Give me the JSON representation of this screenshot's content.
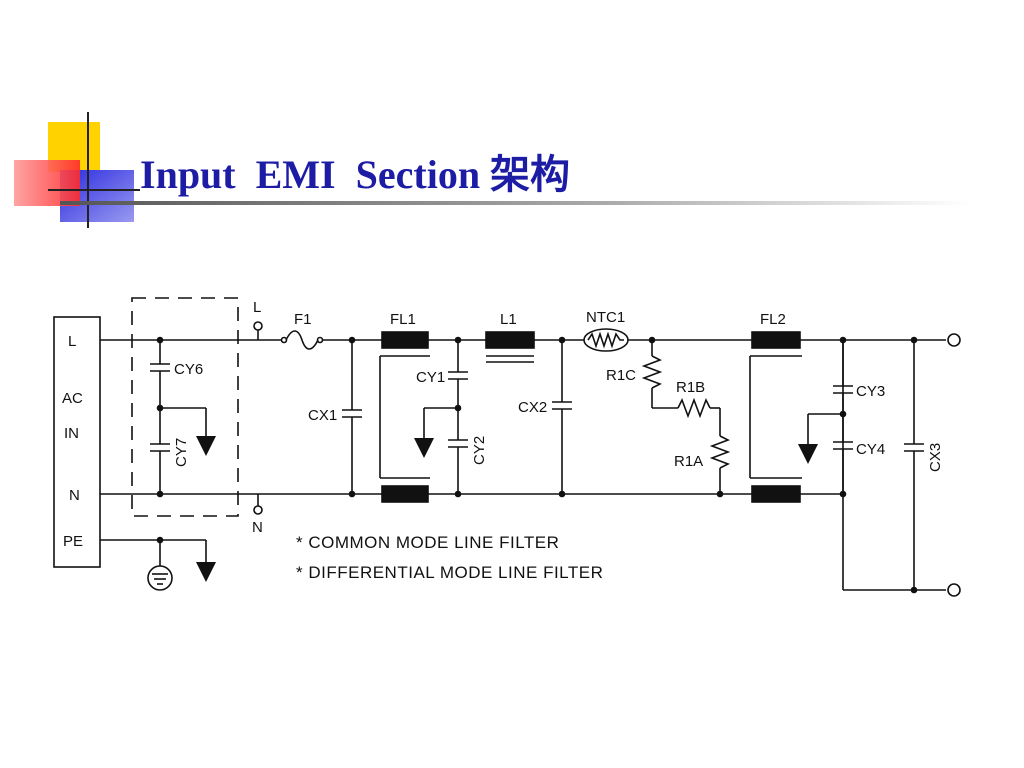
{
  "slide": {
    "title": "Input  EMI  Section 架构"
  },
  "schematic": {
    "labels": {
      "ac_l": "L",
      "ac_title_1": "AC",
      "ac_title_2": "IN",
      "ac_n": "N",
      "ac_pe": "PE",
      "node_l": "L",
      "node_n": "N",
      "f1": "F1",
      "fl1": "FL1",
      "l1": "L1",
      "ntc1": "NTC1",
      "fl2": "FL2",
      "cy6": "CY6",
      "cy7": "CY7",
      "cx1": "CX1",
      "cy1": "CY1",
      "cy2": "CY2",
      "cx2": "CX2",
      "r1c": "R1C",
      "r1b": "R1B",
      "r1a": "R1A",
      "cy3": "CY3",
      "cy4": "CY4",
      "cx3": "CX3"
    },
    "notes": [
      "* COMMON MODE LINE FILTER",
      "* DIFFERENTIAL MODE LINE FILTER"
    ]
  }
}
